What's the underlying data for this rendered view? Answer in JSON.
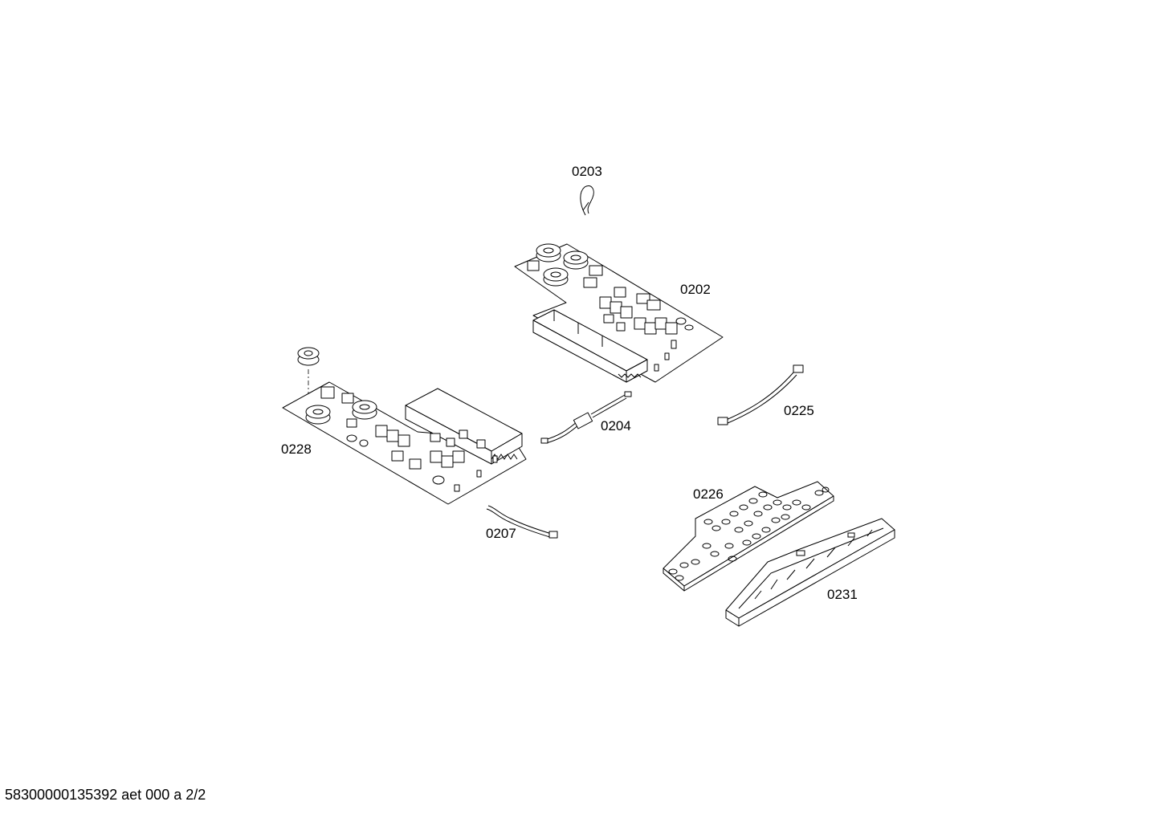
{
  "drawing": {
    "parts": [
      {
        "id": "part-0203",
        "label": "0203"
      },
      {
        "id": "part-0202",
        "label": "0202"
      },
      {
        "id": "part-0228",
        "label": "0228"
      },
      {
        "id": "part-0204",
        "label": "0204"
      },
      {
        "id": "part-0225",
        "label": "0225"
      },
      {
        "id": "part-0207",
        "label": "0207"
      },
      {
        "id": "part-0226",
        "label": "0226"
      },
      {
        "id": "part-0231",
        "label": "0231"
      }
    ]
  },
  "footer": {
    "text": "58300000135392 aet 000 a 2/2"
  }
}
